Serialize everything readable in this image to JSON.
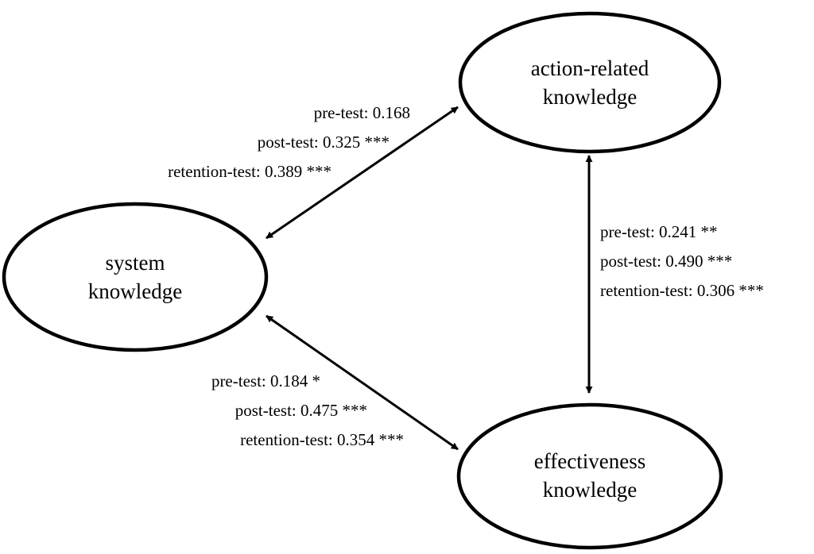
{
  "nodes": {
    "action": {
      "line1": "action-related",
      "line2": "knowledge"
    },
    "system": {
      "line1": "system",
      "line2": "knowledge"
    },
    "effectiveness": {
      "line1": "effectiveness",
      "line2": "knowledge"
    }
  },
  "edges": {
    "system_action": {
      "pre": "pre-test: 0.168",
      "post": "post-test: 0.325 ***",
      "retention": "retention-test: 0.389 ***"
    },
    "action_effectiveness": {
      "pre": "pre-test: 0.241 **",
      "post": "post-test: 0.490 ***",
      "retention": "retention-test: 0.306 ***"
    },
    "system_effectiveness": {
      "pre": "pre-test: 0.184 *",
      "post": "post-test: 0.475 ***",
      "retention": "retention-test: 0.354 ***"
    }
  }
}
